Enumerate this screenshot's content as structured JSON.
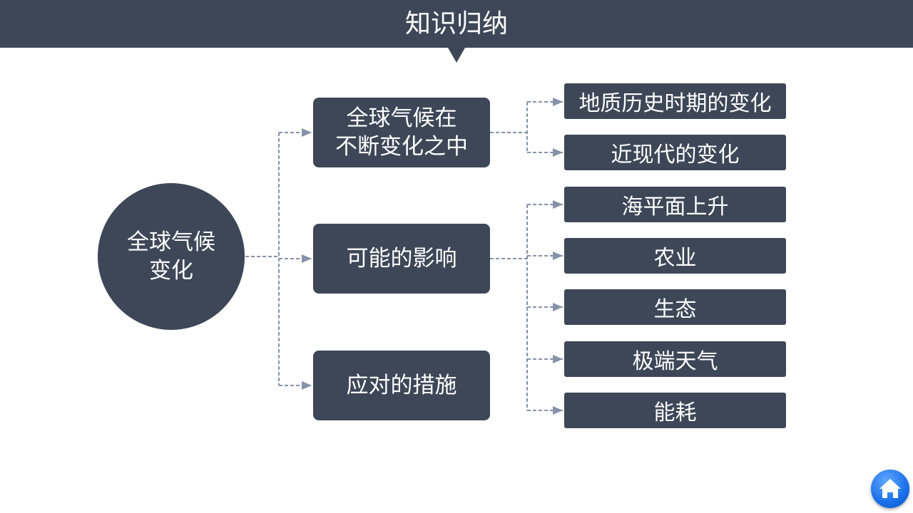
{
  "header": {
    "title": "知识归纳"
  },
  "root": {
    "line1": "全球气候",
    "line2": "变化"
  },
  "branches": [
    {
      "line1": "全球气候在",
      "line2": "不断变化之中"
    },
    {
      "line1": "可能的影响",
      "line2": ""
    },
    {
      "line1": "应对的措施",
      "line2": ""
    }
  ],
  "leaves": [
    "地质历史时期的变化",
    "近现代的变化",
    "海平面上升",
    "农业",
    "生态",
    "极端天气",
    "能耗"
  ],
  "colors": {
    "node": "#3d4758",
    "connector": "#8592a8",
    "home": "#1a6fe8"
  }
}
